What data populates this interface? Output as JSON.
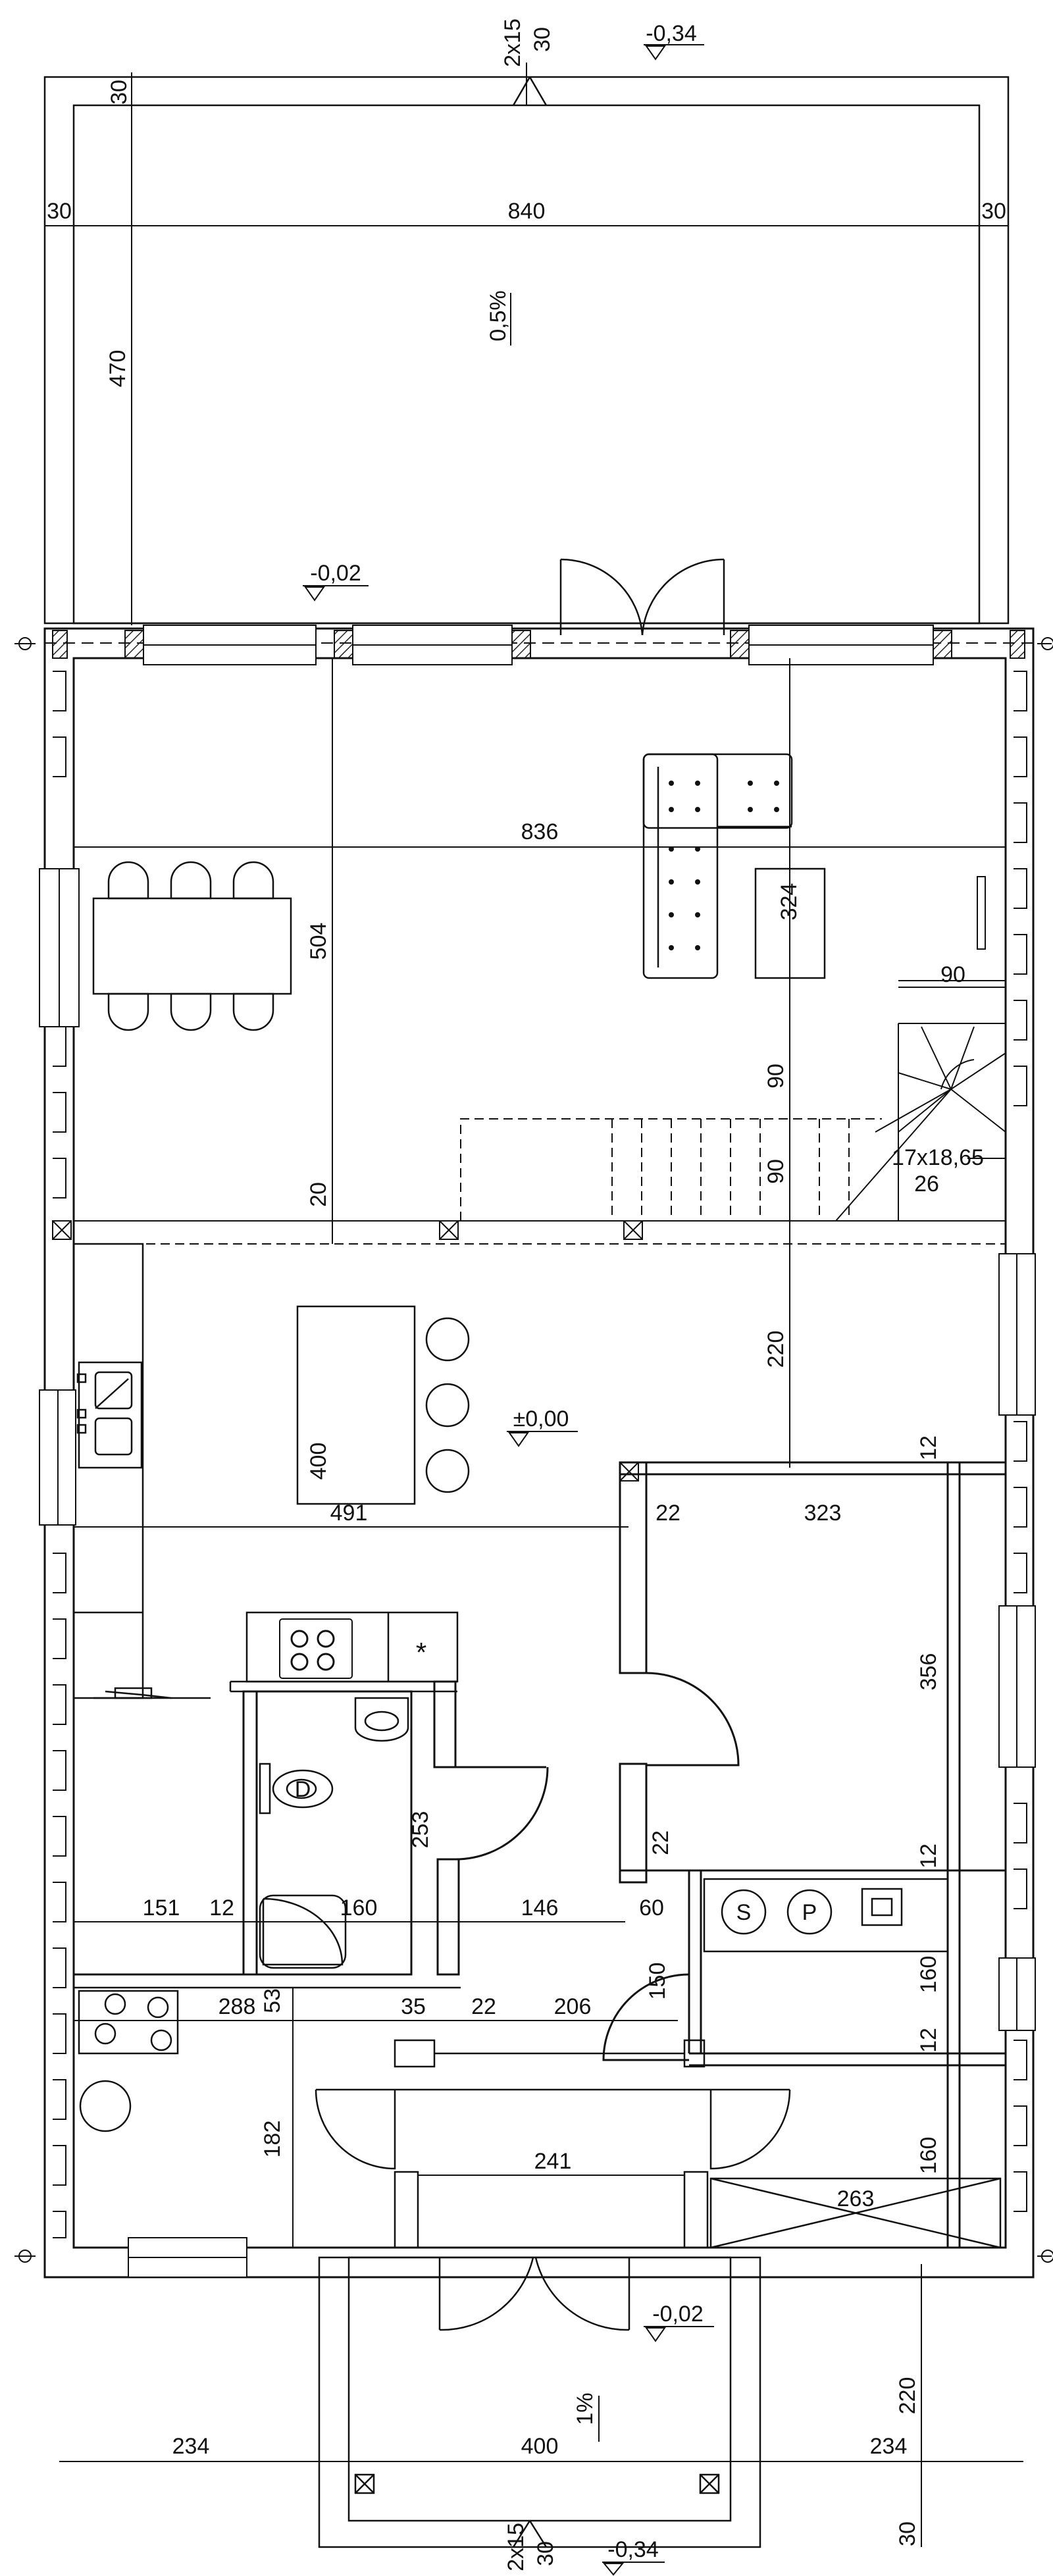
{
  "plan": {
    "overall_width": "840",
    "side_offset": "30",
    "terrace_depth": "470",
    "terrace_slope": "0,5%",
    "terrace_step": "2x15",
    "terrace_step_rise": "30",
    "level_outside": "-0,34",
    "level_threshold": "-0,02",
    "level_floor": "±0,00",
    "living_width": "836",
    "living_depth": "504",
    "tv_table": "324",
    "stair_width": "90",
    "stair_spec": "17x18,65",
    "stair_tread": "26",
    "stair_run_1": "90",
    "stair_run_2": "90",
    "stair_gap": "20",
    "hall_depth": "220",
    "kitchen_depth": "400",
    "kitchen_width": "491",
    "wall_22": "22",
    "room_width": "323",
    "wall_12": "12",
    "room_depth": "356",
    "bath_depth": "253",
    "pantry_width": "151",
    "wall_12b": "12",
    "bath_width": "160",
    "corridor_width": "146",
    "door_60": "60",
    "wall_22b": "22",
    "boiler_depth": "150",
    "boiler_height": "160",
    "wall_12c": "12",
    "laundry_width": "288",
    "wall_53": "53",
    "wall_35": "35",
    "wall_22c": "22",
    "hall_width": "206",
    "laundry_depth": "182",
    "vestibule_width": "241",
    "garage_width": "263",
    "garage_depth": "160",
    "wall_12d": "12",
    "porch_side_1": "234",
    "porch_width": "400",
    "porch_side_2": "234",
    "porch_depth": "220",
    "porch_slope": "1%",
    "porch_step": "2x15",
    "porch_step_rise": "30",
    "porch_offset": "30",
    "level_outside_2": "-0,34",
    "level_threshold_2": "-0,02",
    "boiler_labels": [
      "S",
      "P"
    ],
    "fridge_symbol": "*",
    "toilet_symbol": "D"
  }
}
